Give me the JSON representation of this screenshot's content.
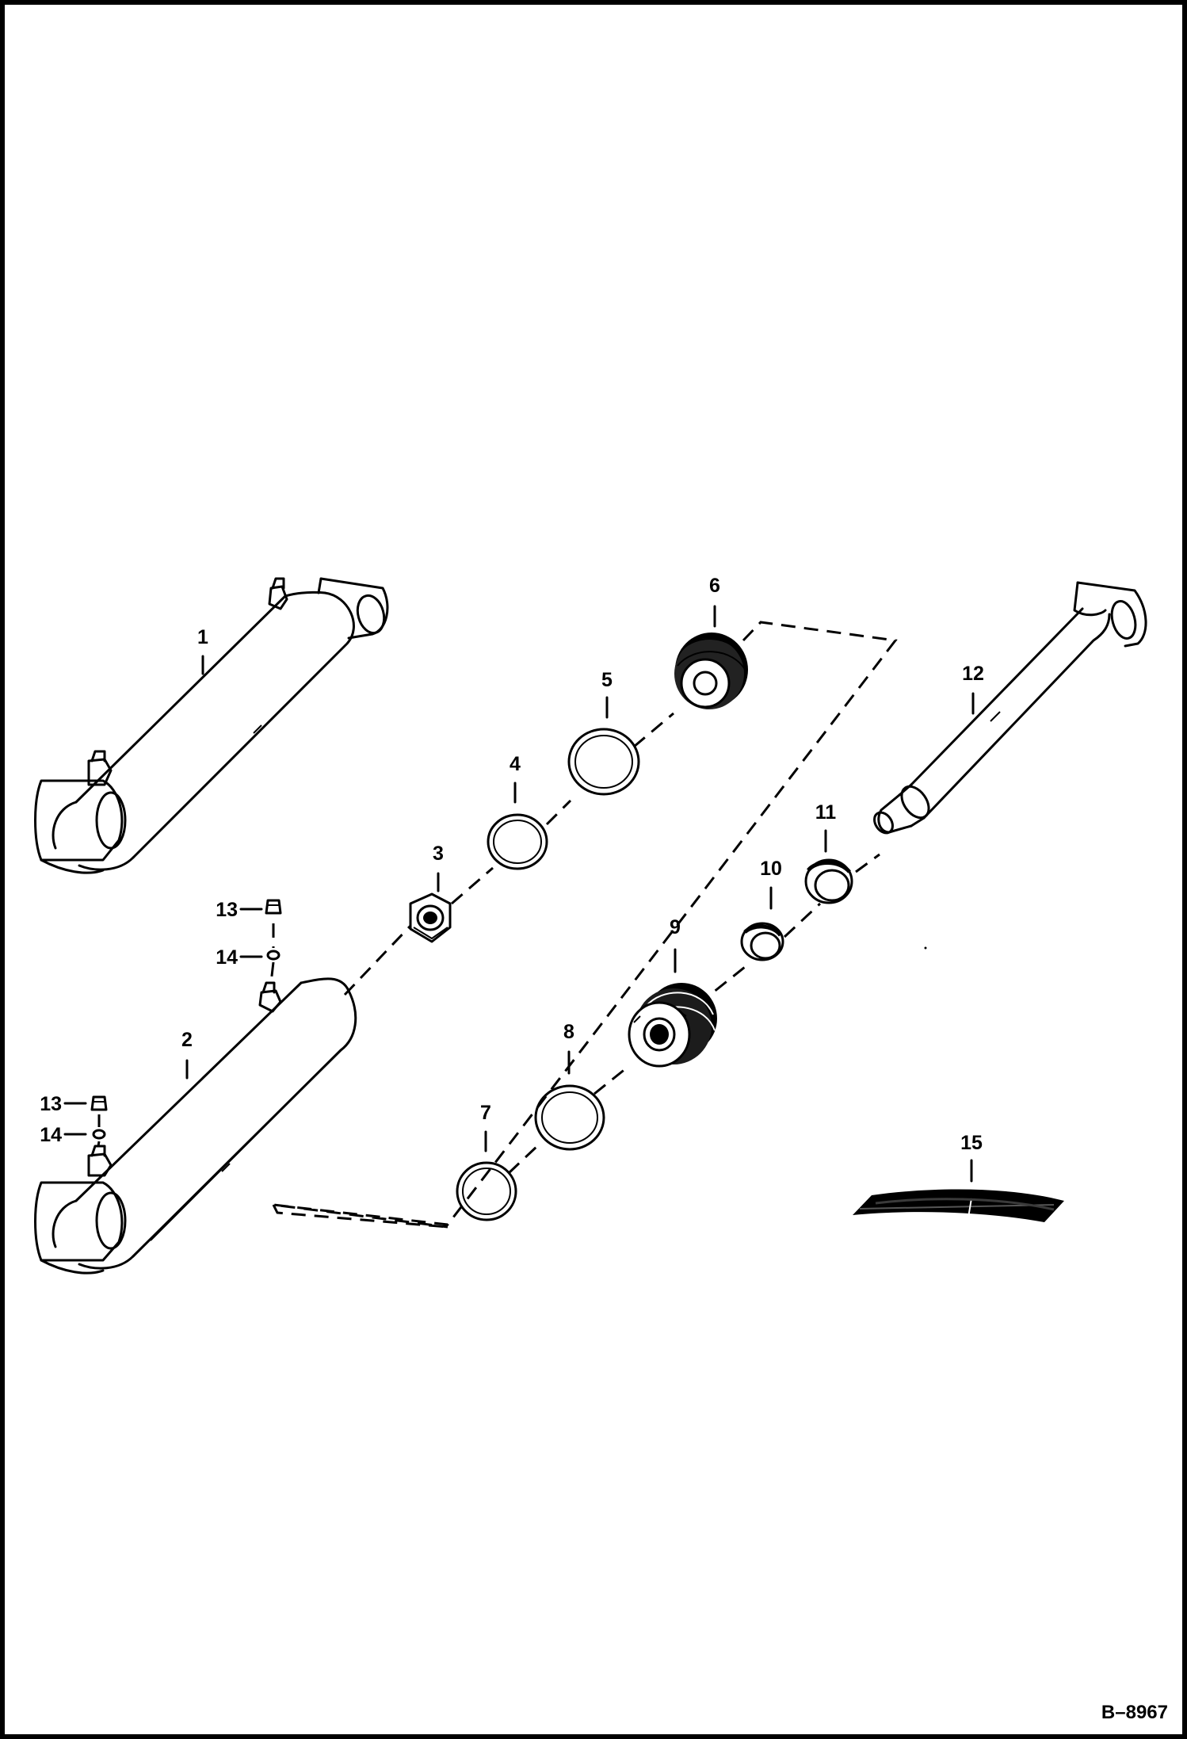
{
  "labels": {
    "l1": "1",
    "l2": "2",
    "l3": "3",
    "l4": "4",
    "l5": "5",
    "l6": "6",
    "l7": "7",
    "l8": "8",
    "l9": "9",
    "l10": "10",
    "l11": "11",
    "l12": "12",
    "l13a": "13",
    "l13b": "13",
    "l14a": "14",
    "l14b": "14",
    "l15": "15"
  },
  "reference": "B–8967"
}
